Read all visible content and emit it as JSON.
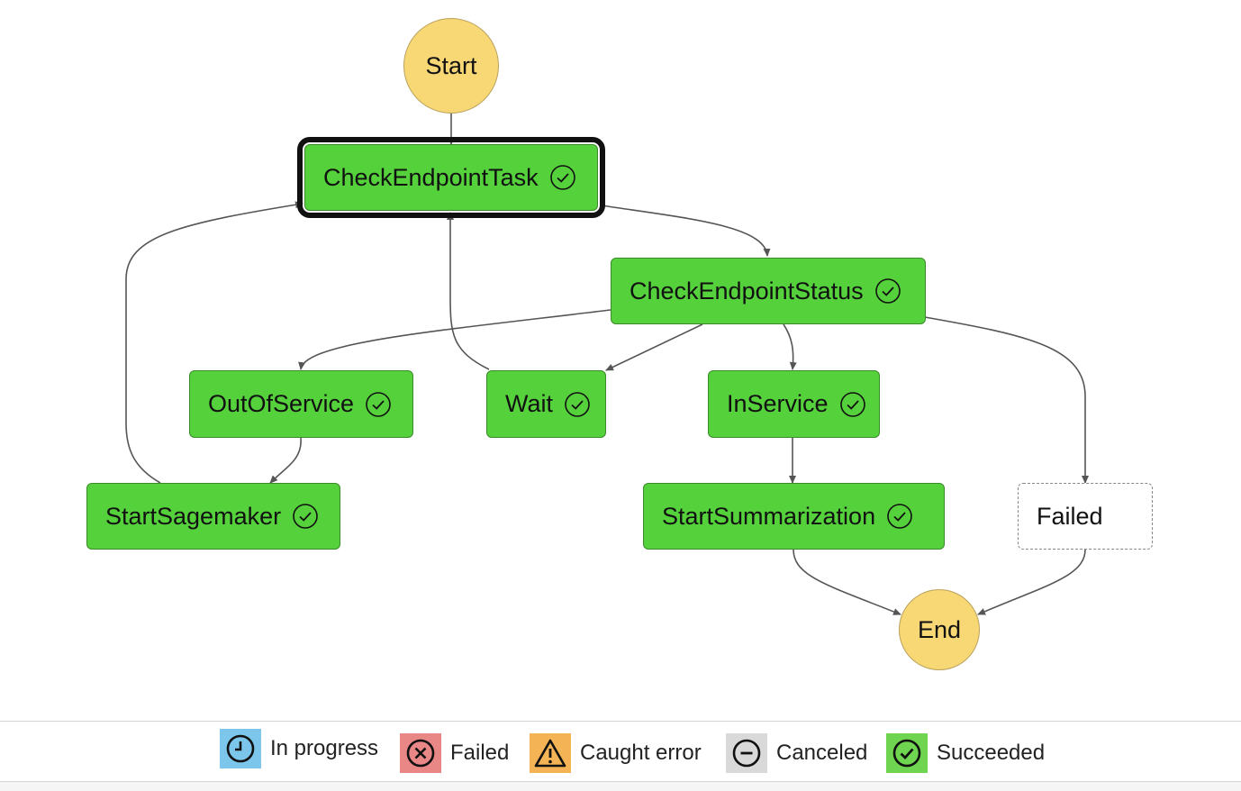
{
  "nodes": {
    "start": "Start",
    "check_endpoint_task": "CheckEndpointTask",
    "check_endpoint_status": "CheckEndpointStatus",
    "out_of_service": "OutOfService",
    "wait": "Wait",
    "in_service": "InService",
    "start_sagemaker": "StartSagemaker",
    "start_summarization": "StartSummarization",
    "failed": "Failed",
    "end": "End"
  },
  "legend": [
    {
      "label": "In progress",
      "color": "#7cc6ec",
      "icon": "clock-icon"
    },
    {
      "label": "Failed",
      "color": "#e98686",
      "icon": "x-circle-icon"
    },
    {
      "label": "Caught error",
      "color": "#f4b355",
      "icon": "warning-triangle-icon"
    },
    {
      "label": "Canceled",
      "color": "#d9d9d9",
      "icon": "minus-circle-icon"
    },
    {
      "label": "Succeeded",
      "color": "#6fd44f",
      "icon": "check-circle-icon"
    }
  ],
  "colors": {
    "task_fill": "#55d13c",
    "terminal_fill": "#f8d775",
    "edge": "#555555"
  }
}
